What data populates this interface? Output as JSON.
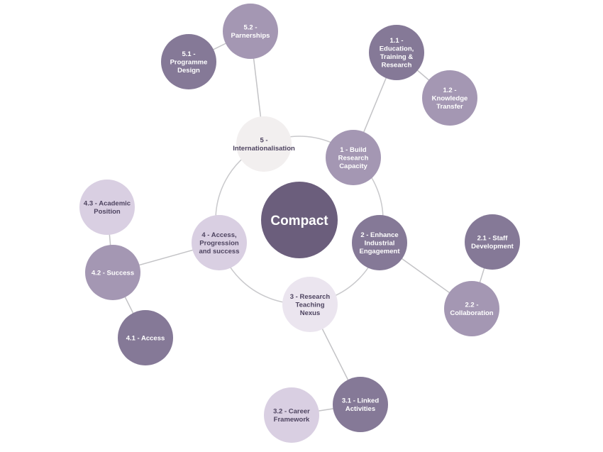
{
  "diagram": {
    "center": {
      "label": "Compact",
      "fill": "#6b5e7c",
      "text_color": "#ffffff"
    },
    "ring_color": "#c9c9cc",
    "link_color": "#c3c3c6",
    "nodes": [
      {
        "id": "n1",
        "lines": [
          "1 - Build",
          "Research",
          "Capacity"
        ],
        "fill": "#a497b3",
        "text_color": "#ffffff"
      },
      {
        "id": "n1_1",
        "lines": [
          "1.1 -",
          "Education,",
          "Training &",
          "Research"
        ],
        "fill": "#857997",
        "text_color": "#ffffff"
      },
      {
        "id": "n1_2",
        "lines": [
          "1.2 -",
          "Knowledge",
          "Transfer"
        ],
        "fill": "#a497b3",
        "text_color": "#ffffff"
      },
      {
        "id": "n2",
        "lines": [
          "2 - Enhance",
          "Industrial",
          "Engagement"
        ],
        "fill": "#857997",
        "text_color": "#ffffff"
      },
      {
        "id": "n2_1",
        "lines": [
          "2.1 - Staff",
          "Development"
        ],
        "fill": "#857997",
        "text_color": "#ffffff"
      },
      {
        "id": "n2_2",
        "lines": [
          "2.2 -",
          "Collaboration"
        ],
        "fill": "#a497b3",
        "text_color": "#ffffff"
      },
      {
        "id": "n3",
        "lines": [
          "3 - Research",
          "Teaching",
          "Nexus"
        ],
        "fill": "#ebe5ef",
        "text_color": "#4e4460"
      },
      {
        "id": "n3_1",
        "lines": [
          "3.1 - Linked",
          "Activities"
        ],
        "fill": "#857997",
        "text_color": "#ffffff"
      },
      {
        "id": "n3_2",
        "lines": [
          "3.2 - Career",
          "Framework"
        ],
        "fill": "#d9cfe2",
        "text_color": "#4e4460"
      },
      {
        "id": "n4",
        "lines": [
          "4 - Access,",
          "Progression",
          "and success"
        ],
        "fill": "#d9cfe2",
        "text_color": "#4e4460"
      },
      {
        "id": "n4_1",
        "lines": [
          "4.1 - Access"
        ],
        "fill": "#857997",
        "text_color": "#ffffff"
      },
      {
        "id": "n4_2",
        "lines": [
          "4.2 - Success"
        ],
        "fill": "#a497b3",
        "text_color": "#ffffff"
      },
      {
        "id": "n4_3",
        "lines": [
          "4.3 - Academic",
          "Position"
        ],
        "fill": "#d9cfe2",
        "text_color": "#4e4460"
      },
      {
        "id": "n5",
        "lines": [
          "5 -",
          "Internationalisation"
        ],
        "fill": "#f2efef",
        "text_color": "#4e4460"
      },
      {
        "id": "n5_1",
        "lines": [
          "5.1 -",
          "Programme",
          "Design"
        ],
        "fill": "#857997",
        "text_color": "#ffffff"
      },
      {
        "id": "n5_2",
        "lines": [
          "5.2 -",
          "Parnerships"
        ],
        "fill": "#a497b3",
        "text_color": "#ffffff"
      }
    ],
    "links": [
      [
        "n1",
        "n1_1"
      ],
      [
        "n1_1",
        "n1_2"
      ],
      [
        "n2",
        "n2_2"
      ],
      [
        "n2_1",
        "n2_2"
      ],
      [
        "n3",
        "n3_1"
      ],
      [
        "n3_1",
        "n3_2"
      ],
      [
        "n4",
        "n4_2"
      ],
      [
        "n4_2",
        "n4_1"
      ],
      [
        "n4_2",
        "n4_3"
      ],
      [
        "n5",
        "n5_2"
      ],
      [
        "n5_2",
        "n5_1"
      ]
    ]
  }
}
